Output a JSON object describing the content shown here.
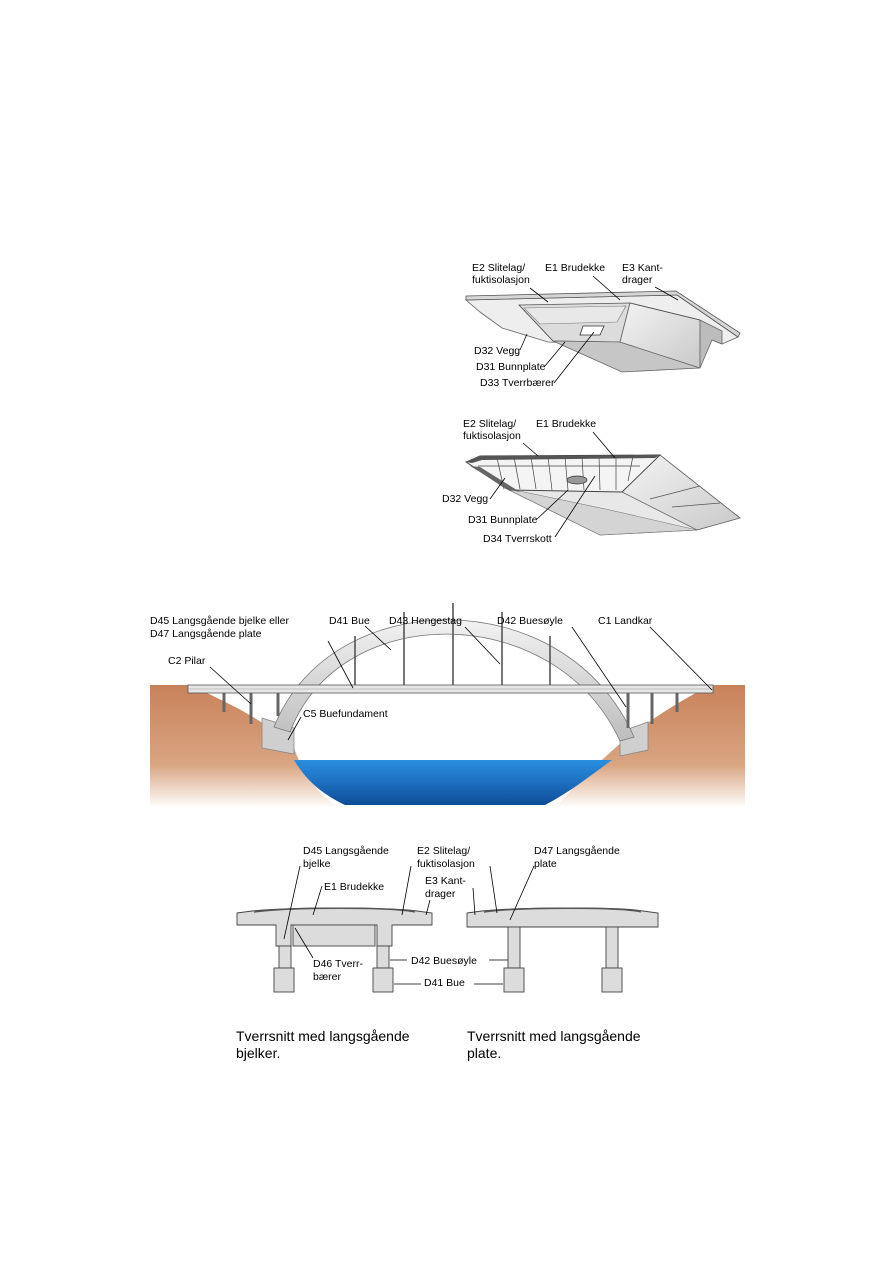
{
  "box_girder": {
    "e2": [
      "E2 Slitelag/",
      "fuktisolasjon"
    ],
    "e1": "E1 Brudekke",
    "e3": [
      "E3 Kant-",
      "drager"
    ],
    "d32": "D32 Vegg",
    "d31": "D31 Bunnplate",
    "d33": "D33 Tverrbærer"
  },
  "steel_box": {
    "e2": [
      "E2 Slitelag/",
      "fuktisolasjon"
    ],
    "e1": "E1 Brudekke",
    "d32": "D32 Vegg",
    "d31": "D31 Bunnplate",
    "d34": "D34 Tverrskott"
  },
  "arch_bridge": {
    "d45_d47": [
      "D45 Langsgående bjelke eller",
      "D47 Langsgående plate"
    ],
    "d41": "D41 Bue",
    "d43": "D43 Hengestag",
    "d42": "D42 Buesøyle",
    "c1": "C1 Landkar",
    "c2": "C2 Pilar",
    "c5": "C5 Buefundament"
  },
  "cross_sections": {
    "d45": [
      "D45 Langsgående",
      "bjelke"
    ],
    "e1": "E1 Brudekke",
    "e2": [
      "E2 Slitelag/",
      "fuktisolasjon"
    ],
    "e3": [
      "E3 Kant-",
      "drager"
    ],
    "d47": [
      "D47 Langsgående",
      "plate"
    ],
    "d46": [
      "D46 Tverr-",
      "bærer"
    ],
    "d42": "D42 Buesøyle",
    "d41": "D41 Bue",
    "caption_left": [
      "Tverrsnitt med langsgående",
      "bjelker."
    ],
    "caption_right": [
      "Tverrsnitt med langsgående",
      "plate."
    ]
  },
  "colors": {
    "earth": "#c8825a",
    "water": "#1e6fc0",
    "concrete": "#d9d9d9",
    "deck": "#e6e6e6"
  }
}
